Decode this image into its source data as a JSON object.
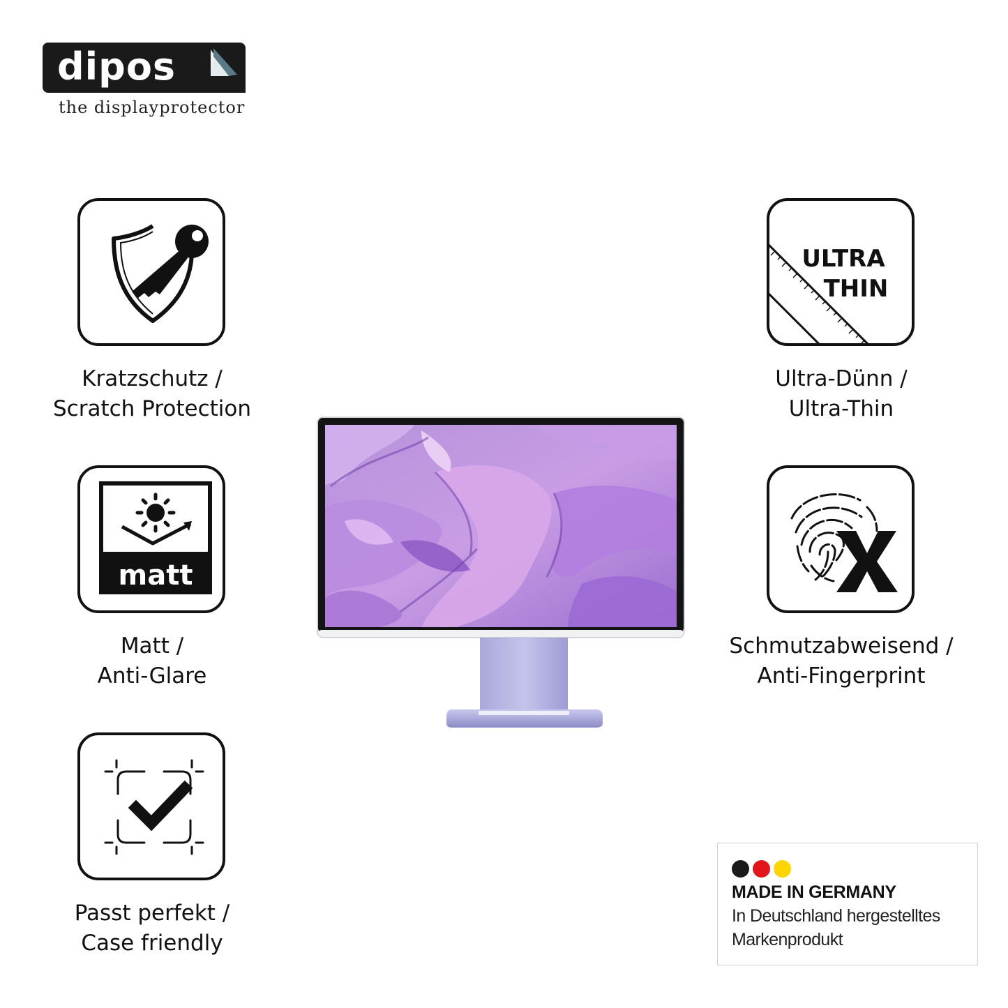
{
  "brand": {
    "logo": "dipos",
    "tagline": "the displayprotector"
  },
  "features": [
    {
      "icon": "shield-key-icon",
      "line1": "Kratzschutz /",
      "line2": "Scratch Protection"
    },
    {
      "icon": "matt-sun-icon",
      "label": "matt",
      "line1": "Matt /",
      "line2": "Anti-Glare"
    },
    {
      "icon": "case-check-icon",
      "line1": "Passt perfekt /",
      "line2": "Case friendly"
    },
    {
      "icon": "ultra-thin-icon",
      "label1": "ULTRA",
      "label2": "THIN",
      "line1": "Ultra-Dünn /",
      "line2": "Ultra-Thin"
    },
    {
      "icon": "fingerprint-x-icon",
      "line1": "Schmutzabweisend /",
      "line2": "Anti-Fingerprint"
    }
  ],
  "badge": {
    "colors": [
      "#1a1a1a",
      "#e3151b",
      "#ffd500"
    ],
    "title": "MADE IN GERMANY",
    "line1": "In Deutschland hergestelltes",
    "line2": "Markenprodukt"
  }
}
